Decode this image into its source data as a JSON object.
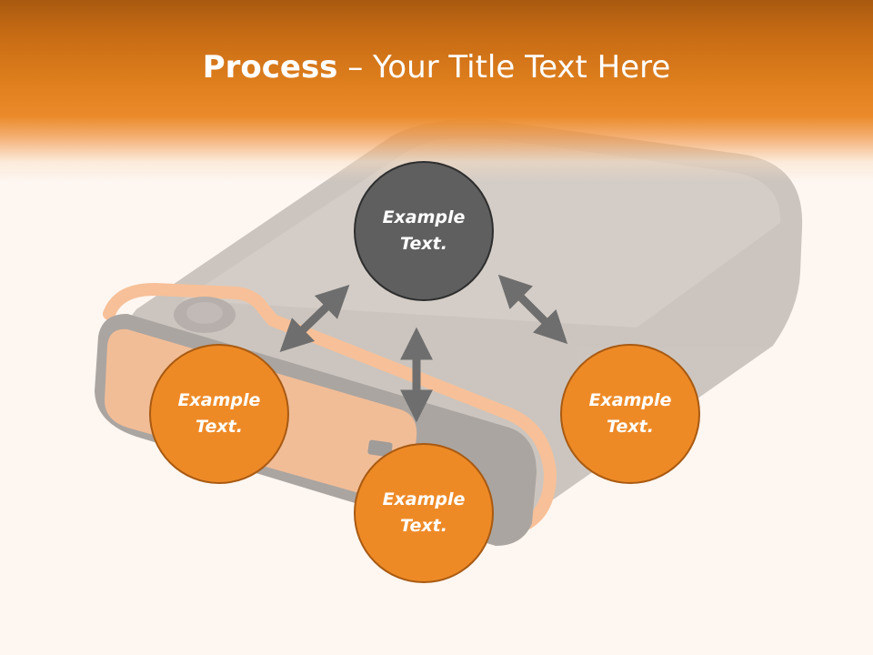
{
  "slide": {
    "title_bold": "Process",
    "title_rest": " – Your Title Text Here"
  },
  "nodes": {
    "center": {
      "label": "Example\nText."
    },
    "left": {
      "label": "Example\nText."
    },
    "bottom": {
      "label": "Example\nText."
    },
    "right": {
      "label": "Example\nText."
    }
  },
  "colors": {
    "header_orange": "#e0801e",
    "node_orange": "#ee8a26",
    "node_dark": "#5f5f5f",
    "arrow_gray": "#6e6e6e",
    "background": "#fdf6f1"
  }
}
